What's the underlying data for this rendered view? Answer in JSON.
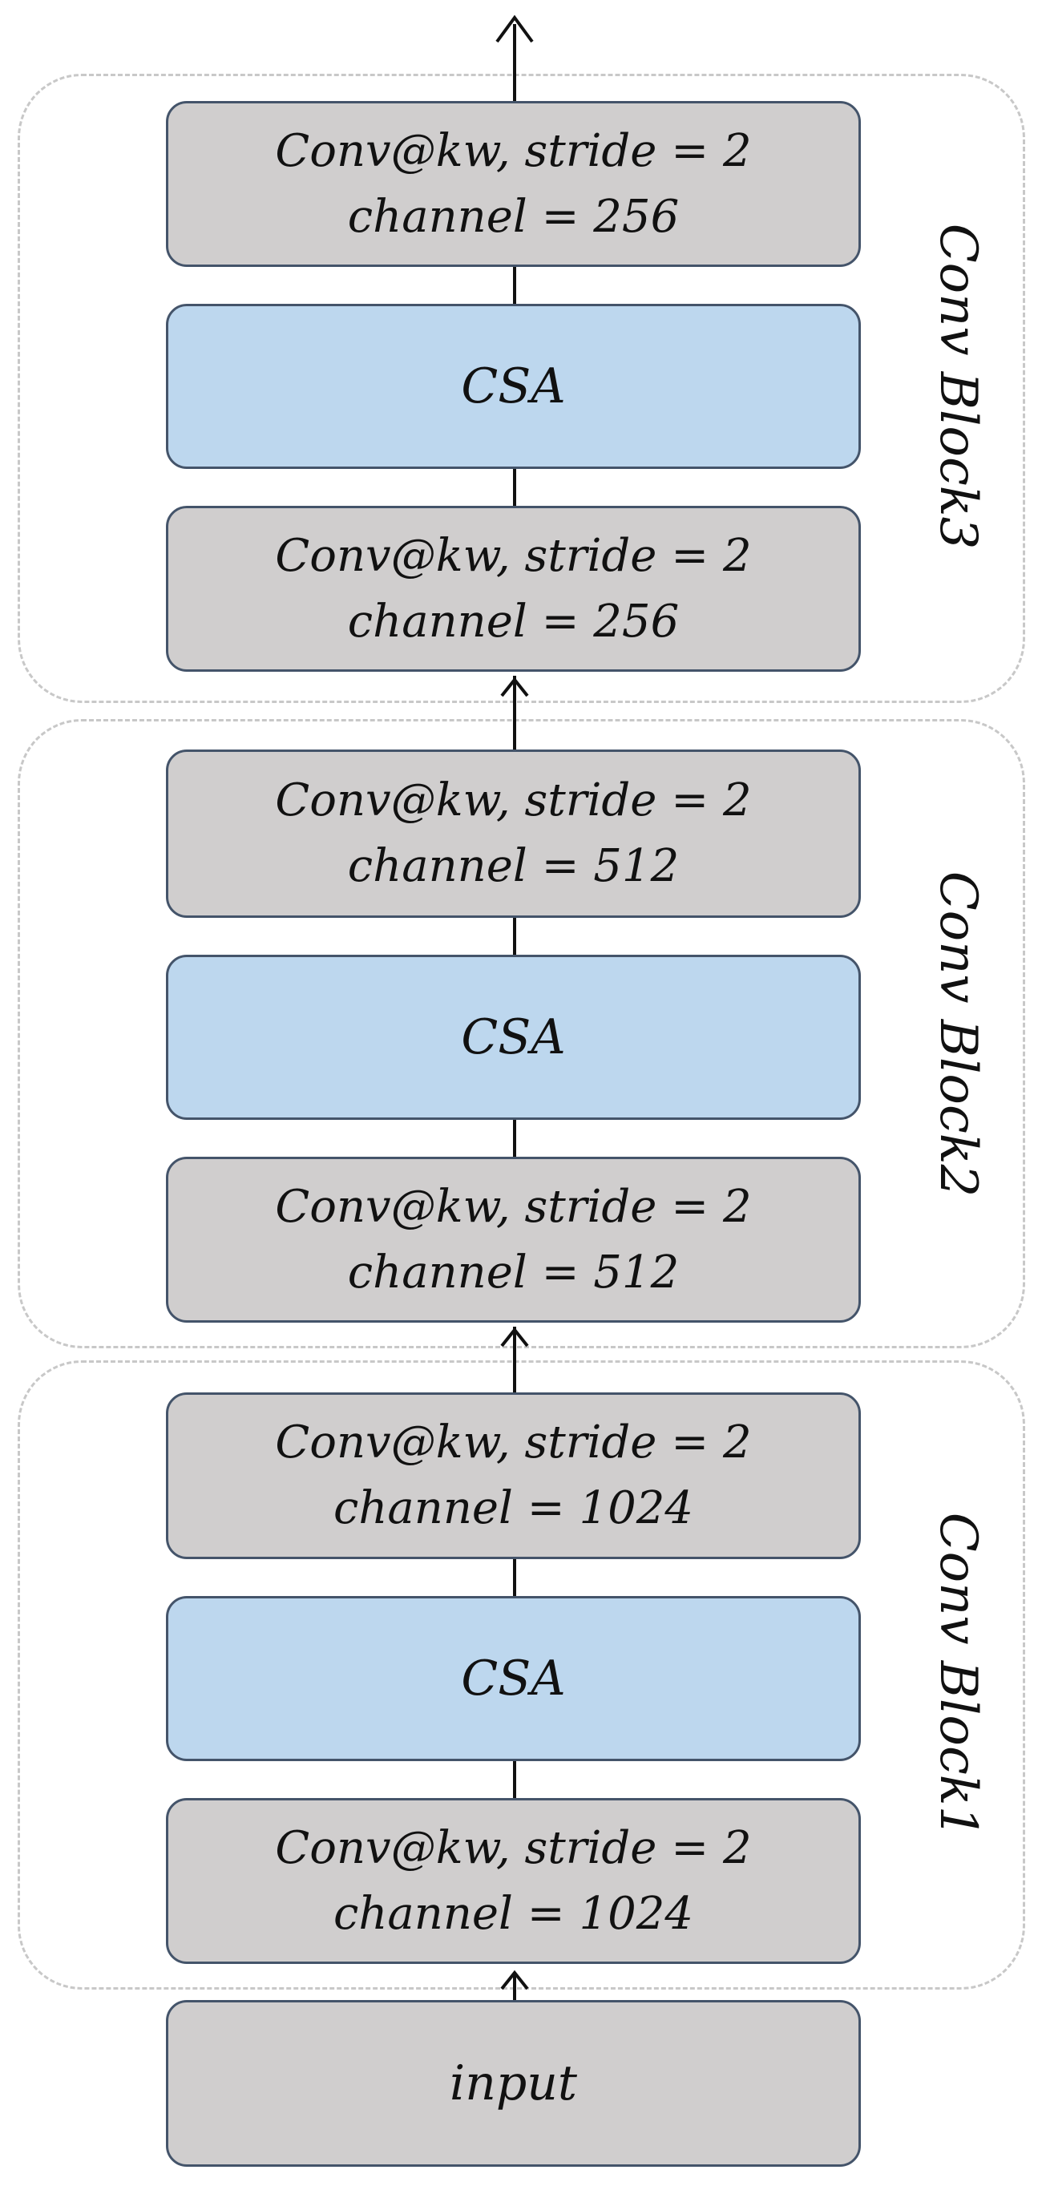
{
  "groups": [
    {
      "label": "Conv Block3"
    },
    {
      "label": "Conv Block2"
    },
    {
      "label": "Conv Block1"
    }
  ],
  "blocks": {
    "b3_top": {
      "op": "Conv@kw, stride = 2",
      "channel": "channel = 256"
    },
    "b3_csa": {
      "label": "CSA"
    },
    "b3_bottom": {
      "op": "Conv@kw, stride = 2",
      "channel": "channel = 256"
    },
    "b2_top": {
      "op": "Conv@kw, stride = 2",
      "channel": "channel = 512"
    },
    "b2_csa": {
      "label": "CSA"
    },
    "b2_bottom": {
      "op": "Conv@kw, stride = 2",
      "channel": "channel = 512"
    },
    "b1_top": {
      "op": "Conv@kw, stride = 2",
      "channel": "channel = 1024"
    },
    "b1_csa": {
      "label": "CSA"
    },
    "b1_bottom": {
      "op": "Conv@kw, stride = 2",
      "channel": "channel = 1024"
    }
  },
  "input": {
    "label": "input"
  },
  "colors": {
    "conv_fill": "#d0cece",
    "csa_fill": "#bdd7ee",
    "box_border": "#44546a",
    "group_border": "#c8c8c8"
  }
}
